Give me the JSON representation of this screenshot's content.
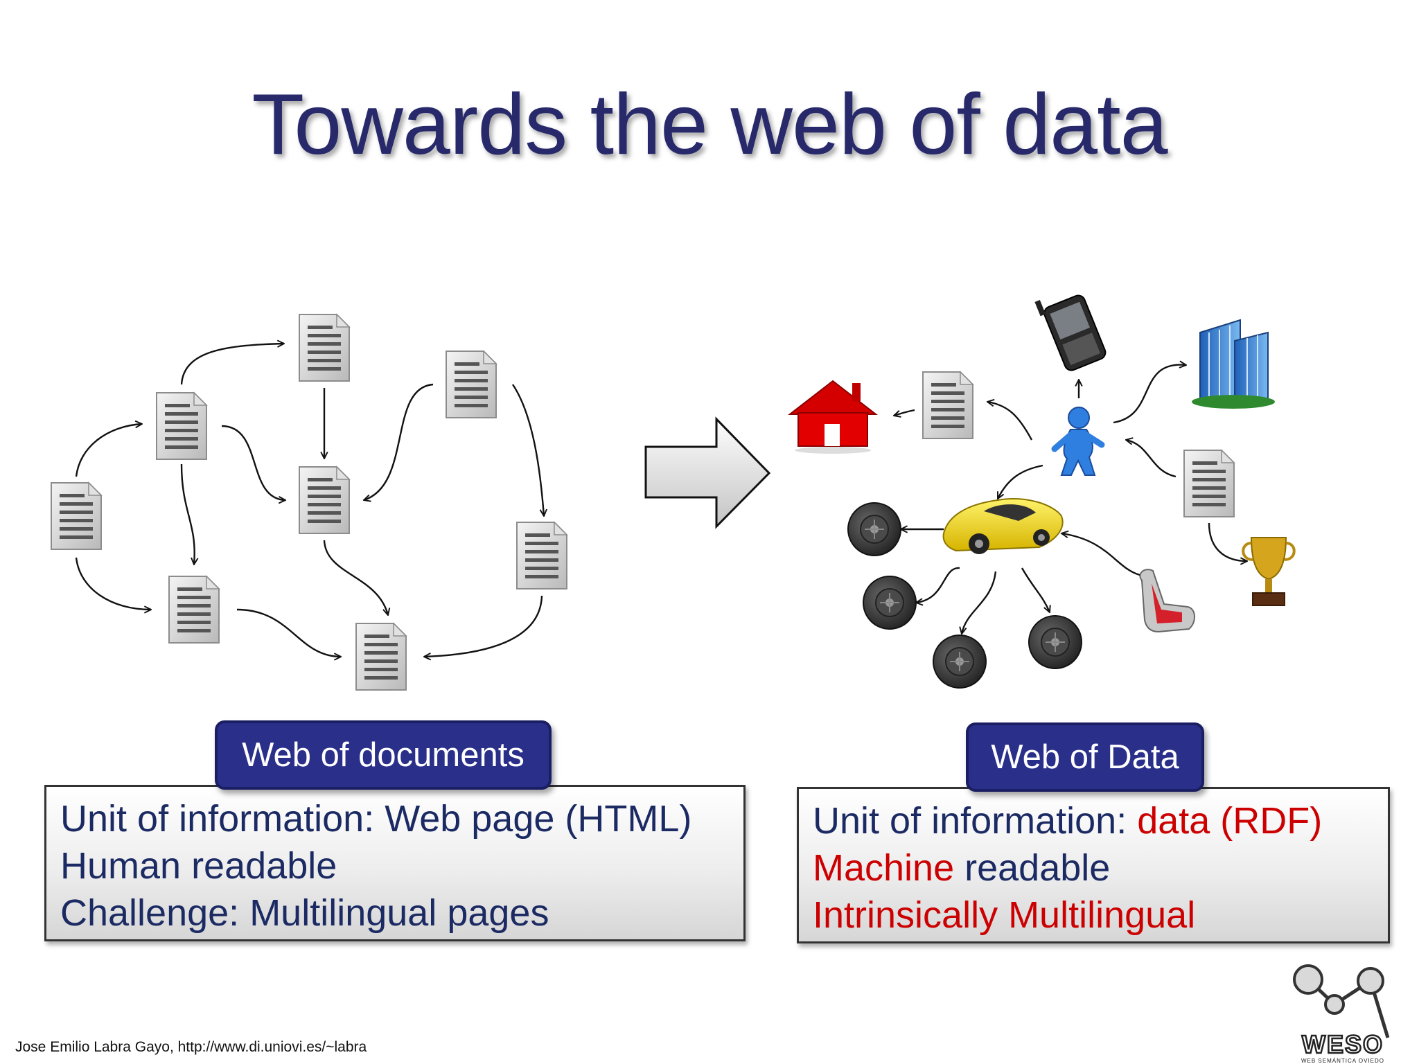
{
  "title": "Towards the web of data",
  "left": {
    "label": "Web of documents",
    "lines": [
      "Unit of information: Web page (HTML)",
      "Human readable",
      "Challenge: Multilingual pages"
    ]
  },
  "right": {
    "label": "Web of Data",
    "line1_prefix": "Unit of information: ",
    "line1_highlight": "data  (RDF)",
    "line2_highlight": "Machine",
    "line2_rest": " readable",
    "line3": "Intrinsically Multilingual"
  },
  "footer": "Jose Emilio Labra Gayo, http://www.di.uniovi.es/~labra",
  "logo": {
    "name": "WESO",
    "tagline": "WEB SEMÁNTICA OVIEDO"
  },
  "icons": {
    "left_nodes": [
      "document-icon"
    ],
    "right_nodes": [
      "house-icon",
      "document-icon",
      "phone-icon",
      "person-icon",
      "building-icon",
      "car-icon",
      "tire-icon",
      "car-seat-icon",
      "trophy-icon"
    ]
  },
  "colors": {
    "title": "#27296b",
    "label_fill": "#2a2f8a",
    "body_text": "#1b2a63",
    "highlight": "#cc0000"
  }
}
